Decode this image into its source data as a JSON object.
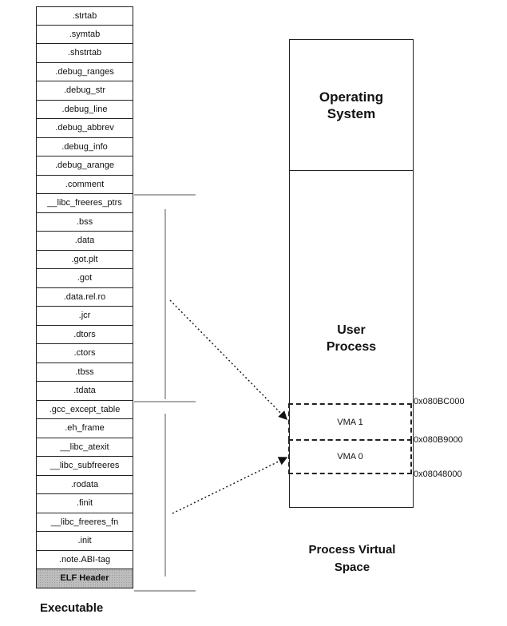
{
  "executable": {
    "sections": [
      ".strtab",
      ".symtab",
      ".shstrtab",
      ".debug_ranges",
      ".debug_str",
      ".debug_line",
      ".debug_abbrev",
      ".debug_info",
      ".debug_arange",
      ".comment",
      "__libc_freeres_ptrs",
      ".bss",
      ".data",
      ".got.plt",
      ".got",
      ".data.rel.ro",
      ".jcr",
      ".dtors",
      ".ctors",
      ".tbss",
      ".tdata",
      ".gcc_except_table",
      ".eh_frame",
      "__libc_atexit",
      "__libc_subfreeres",
      ".rodata",
      ".finit",
      "__libc_freeres_fn",
      ".init",
      ".note.ABI-tag",
      "ELF Header"
    ],
    "caption": "Executable"
  },
  "process": {
    "os_label_line1": "Operating",
    "os_label_line2": "System",
    "user_label_line1": "User",
    "user_label_line2": "Process",
    "vma1_label": "VMA 1",
    "vma0_label": "VMA 0",
    "addr_top": "0x080BC000",
    "addr_mid": "0x080B9000",
    "addr_bot": "0x08048000",
    "caption_line1": "Process Virtual",
    "caption_line2": "Space"
  }
}
